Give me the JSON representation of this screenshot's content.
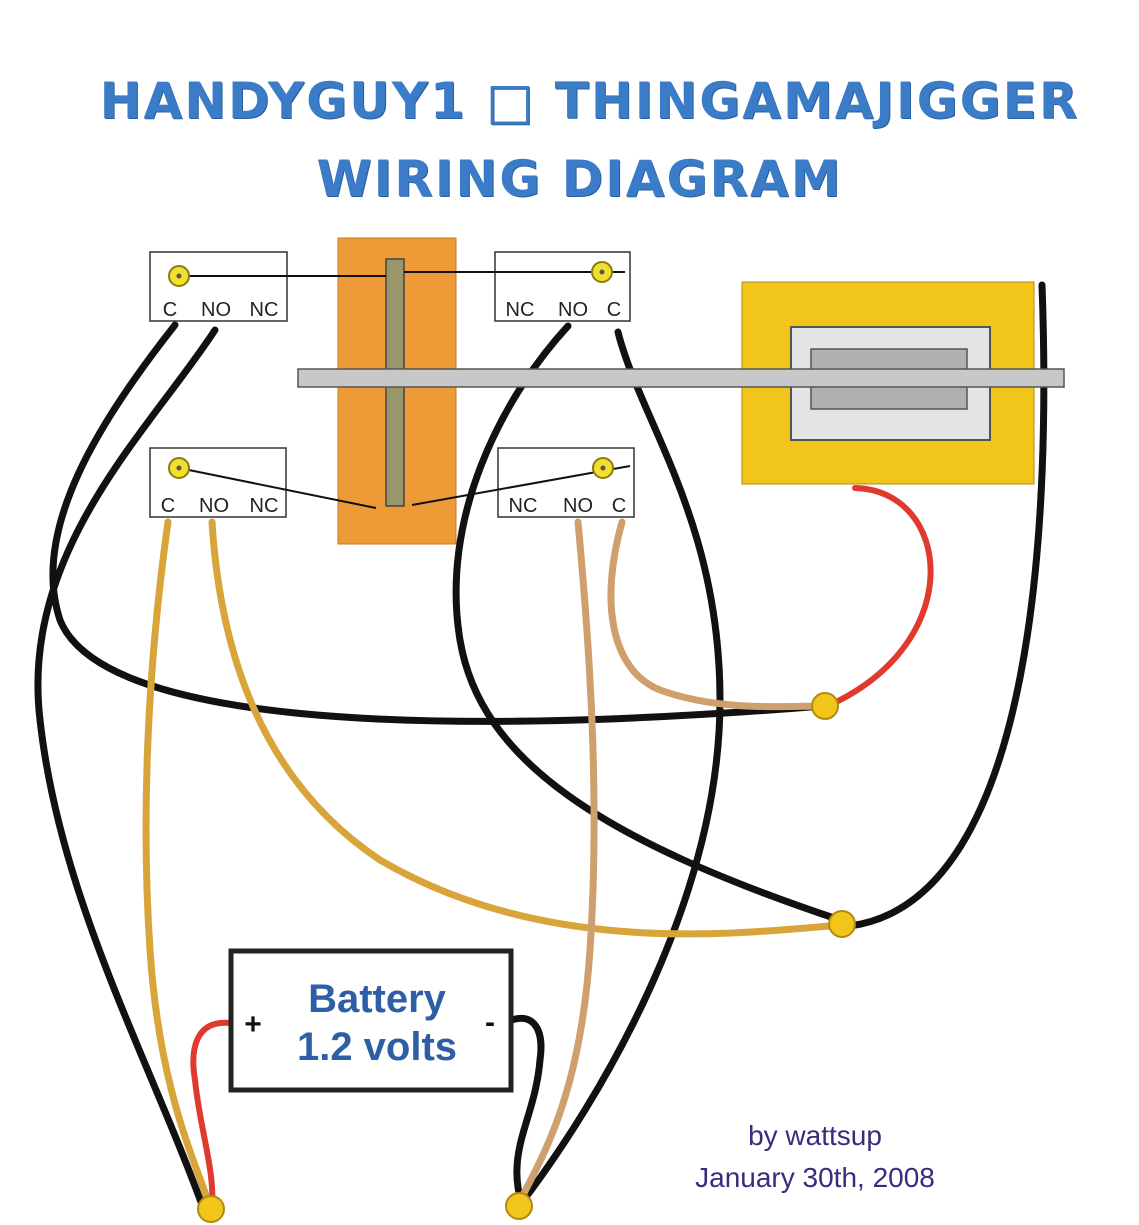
{
  "title": {
    "line1": "HANDYGUY1 □ THINGAMAJIGGER",
    "line2": "WIRING DIAGRAM"
  },
  "switches": {
    "top_left": [
      "C",
      "NO",
      "NC"
    ],
    "top_right": [
      "NC",
      "NO",
      "C"
    ],
    "bottom_left": [
      "C",
      "NO",
      "NC"
    ],
    "bottom_right": [
      "NC",
      "NO",
      "C"
    ]
  },
  "battery": {
    "line1": "Battery",
    "line2": "1.2 volts",
    "plus": "+",
    "minus": "-"
  },
  "credit": {
    "author": "by wattsup",
    "date": "January 30th, 2008"
  },
  "colors": {
    "title": "#3a7cc7",
    "black_wire": "#111111",
    "red_wire": "#e03a2e",
    "gold_wire": "#d9a53a",
    "tan_wire": "#cfa06e",
    "orange_block": "#ee9a36",
    "yellow_block": "#f2c51a",
    "rod": "#c8c8c8",
    "slider": "#98966a",
    "battery_text": "#2e5fa6",
    "credit_text": "#3b2a7e"
  }
}
